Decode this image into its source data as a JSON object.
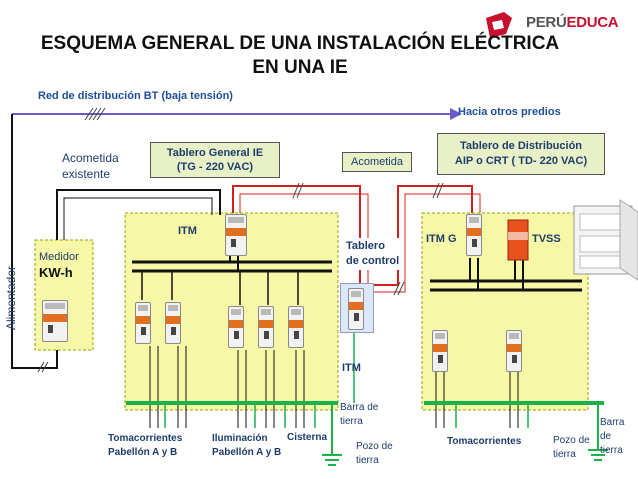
{
  "title": {
    "line1": "ESQUEMA GENERAL DE UNA INSTALACIÓN ELÉCTRICA",
    "line2": "EN UNA IE"
  },
  "logo": {
    "prefix": "PERÚ",
    "highlight": "EDUCA",
    "icon": "peru-educa-logo"
  },
  "labels": {
    "red_distribucion": "Red de distribución BT (baja tensión)",
    "hacia_otros": "Hacia otros predios",
    "acometida_existente_1": "Acometida",
    "acometida_existente_2": "existente",
    "alimentador": "Alimentador",
    "medidor": "Medidor",
    "kwh": "KW-h",
    "tg_line1": "Tablero General  IE",
    "tg_line2": "(TG - 220 VAC)",
    "acometida": "Acometida",
    "td_line1": "Tablero de Distribución",
    "td_line2": "AIP o CRT ( TD- 220 VAC)",
    "itm_main": "ITM",
    "tablero_control_1": "Tablero",
    "tablero_control_2": "de control",
    "itm_control": "ITM",
    "itm_g": "ITM G",
    "tvss": "TVSS",
    "barra_tierra_1_a": "Barra de",
    "barra_tierra_1_b": "tierra",
    "pozo_tierra_1_a": "Pozo de",
    "pozo_tierra_1_b": "tierra",
    "tomac_a_1": "Tomacorrientes",
    "tomac_a_2": "Pabellón A  y B",
    "ilum_1": "Iluminación",
    "ilum_2": "Pabellón A y B",
    "cisterna": "Cisterna",
    "tomac_b": "Tomacorrientes",
    "pozo_tierra_2_a": "Pozo de",
    "pozo_tierra_2_b": "tierra",
    "barra_tierra_2_a": "Barra de",
    "barra_tierra_2_b": "tierra"
  },
  "colors": {
    "panel_fill": "#f7f7a8",
    "busbar": "#111111",
    "feeder_red": "#d42020",
    "ground_green": "#19b34a",
    "network_blue": "#6a5acd",
    "label_box": "#e8f0c8"
  }
}
